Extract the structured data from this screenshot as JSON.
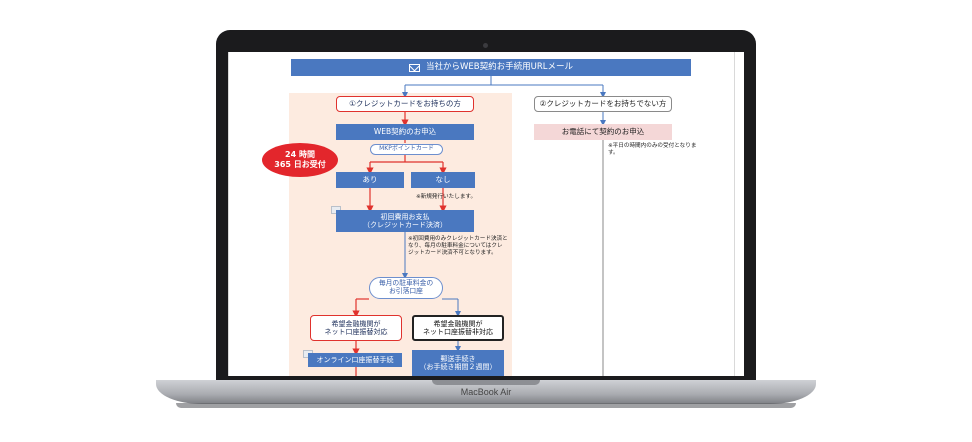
{
  "laptop": {
    "brand": "MacBook Air"
  },
  "flowchart": {
    "title": "当社からWEB契約お手続用URLメール",
    "left_branch": "①クレジットカードをお持ちの方",
    "right_branch": "②クレジットカードをお持ちでない方",
    "web_apply": "WEB契約のお申込",
    "phone_apply": "お電話にて契約のお申込",
    "badge_line1": "24 時間",
    "badge_line2": "365 日お受付",
    "mkp_label": "MKPポイントカード",
    "yes": "あり",
    "no": "なし",
    "note_new": "※新規発行いたします。",
    "initial_fee_line1": "初回費用お支払",
    "initial_fee_line2": "（クレジットカード決済）",
    "note_initial": "※初回費用のみクレジットカード決済となり、毎月の駐車料金についてはクレジットカード決済不可となります。",
    "note_phone": "※平日の時間内のみの受付となります。",
    "monthly_line1": "毎月の駐車料金の",
    "monthly_line2": "お引落口座",
    "bank_online_line1": "希望金融機関が",
    "bank_online_line2": "ネット口座振替対応",
    "bank_offline_line1": "希望金融機関が",
    "bank_offline_line2": "ネット口座振替非対応",
    "online_proc": "オンライン口座振替手続",
    "mail_proc_line1": "郵送手続き",
    "mail_proc_line2": "（お手続き期間２週間）"
  },
  "colors": {
    "accent_blue": "#4a78c0",
    "accent_red": "#e0322d",
    "peach_bg": "#fdebe0",
    "pink_box": "#f4d7d7"
  }
}
